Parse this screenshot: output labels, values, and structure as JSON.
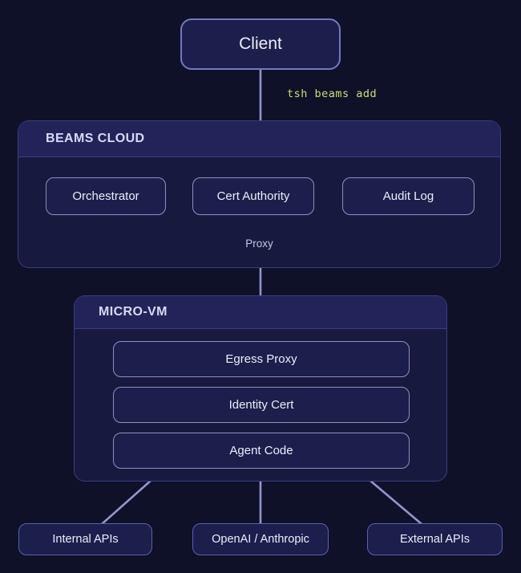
{
  "colors": {
    "background": "#0f1129",
    "panel": "#171a3e",
    "panel_header": "#222459",
    "panel_border": "#3b3e7d",
    "node_fill": "#1c1f4c",
    "node_border": "#8d91bd",
    "client_border": "#7479bd",
    "endpoint_border": "#5b60ab",
    "text": "#eceef9",
    "heading": "#d7daf5",
    "muted": "#c5c8e8",
    "command": "#cede77",
    "connector": "#9297cb"
  },
  "client": {
    "label": "Client"
  },
  "command_label": "tsh beams add",
  "beams_cloud": {
    "title": "BEAMS CLOUD",
    "nodes": [
      {
        "label": "Orchestrator"
      },
      {
        "label": "Cert Authority"
      },
      {
        "label": "Audit Log"
      }
    ],
    "proxy_label": "Proxy"
  },
  "micro_vm": {
    "title": "MICRO-VM",
    "nodes": [
      {
        "label": "Egress Proxy"
      },
      {
        "label": "Identity Cert"
      },
      {
        "label": "Agent Code"
      }
    ]
  },
  "endpoints": [
    {
      "label": "Internal APIs"
    },
    {
      "label": "OpenAI / Anthropic"
    },
    {
      "label": "External APIs"
    }
  ]
}
